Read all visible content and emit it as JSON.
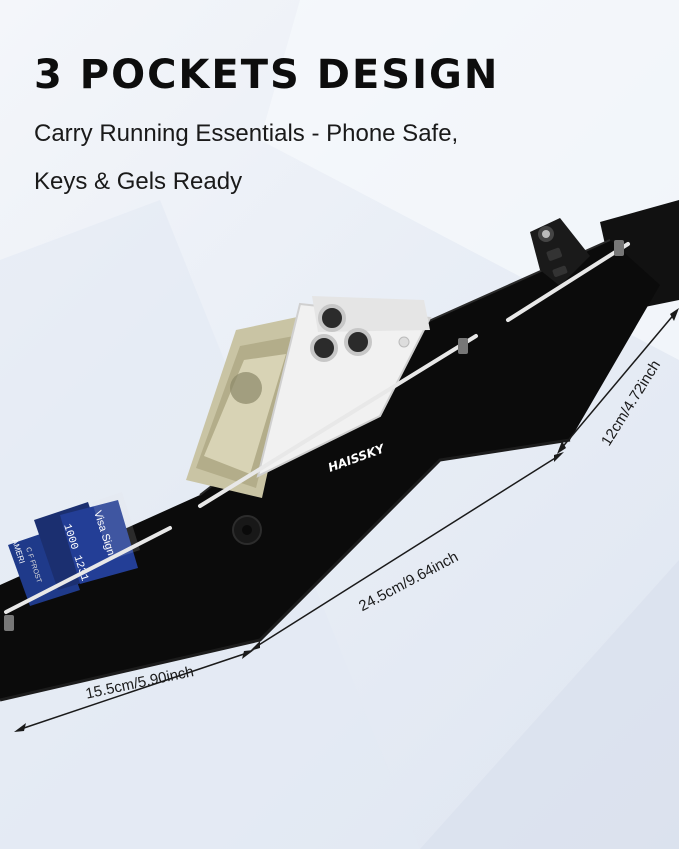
{
  "header": {
    "title": "3 POCKETS DESIGN",
    "subtitle_line1": "Carry Running Essentials - Phone Safe,",
    "subtitle_line2": "Keys & Gels Ready"
  },
  "product": {
    "brand_logo": "HAISSKY",
    "belt_color": "#0b0b0b",
    "pockets": [
      "cards-pocket",
      "phone-pocket",
      "key-pocket"
    ]
  },
  "dimensions": {
    "left_pocket": "15.5cm/5.90inch",
    "middle_pocket": "24.5cm/9.64inch",
    "height": "12cm/4.72inch"
  },
  "cards": {
    "card_front_text": "Visa Sign",
    "card_number_fragment": "1000 1231",
    "card_name_fragment": "C F FROST",
    "amex_fragment": "AMERI"
  },
  "colors": {
    "background": "#e9eef6",
    "headline": "#0d0d0d",
    "belt": "#0b0b0b",
    "card_blue": "#1f3a8a"
  }
}
